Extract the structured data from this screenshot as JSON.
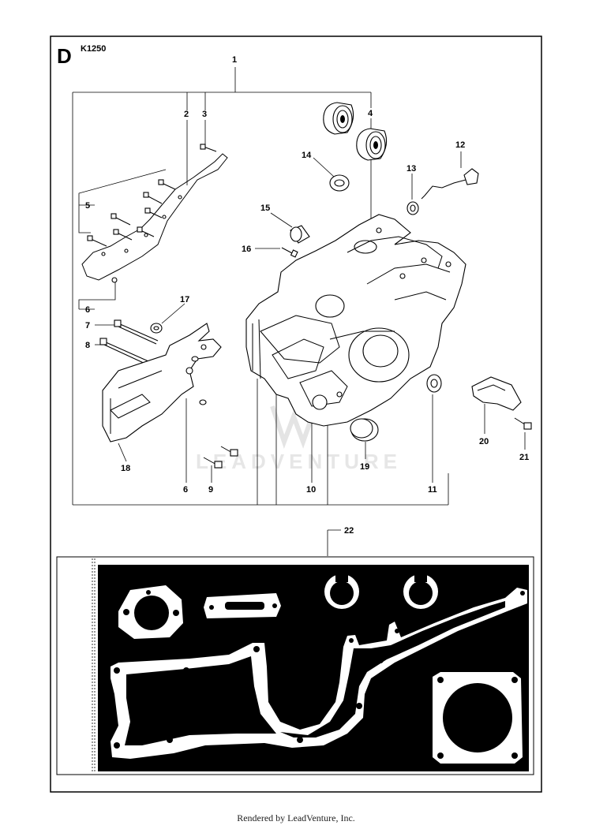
{
  "diagram": {
    "section_letter": "D",
    "model_code": "K1250",
    "watermark": "LEADVENTURE",
    "callouts": [
      "1",
      "2",
      "3",
      "4",
      "5",
      "6",
      "7",
      "8",
      "12",
      "13",
      "14",
      "15",
      "16",
      "17",
      "18",
      "6",
      "9",
      "10",
      "11",
      "19",
      "20",
      "21",
      "22"
    ]
  },
  "footer": {
    "text": "Rendered by LeadVenture, Inc."
  }
}
